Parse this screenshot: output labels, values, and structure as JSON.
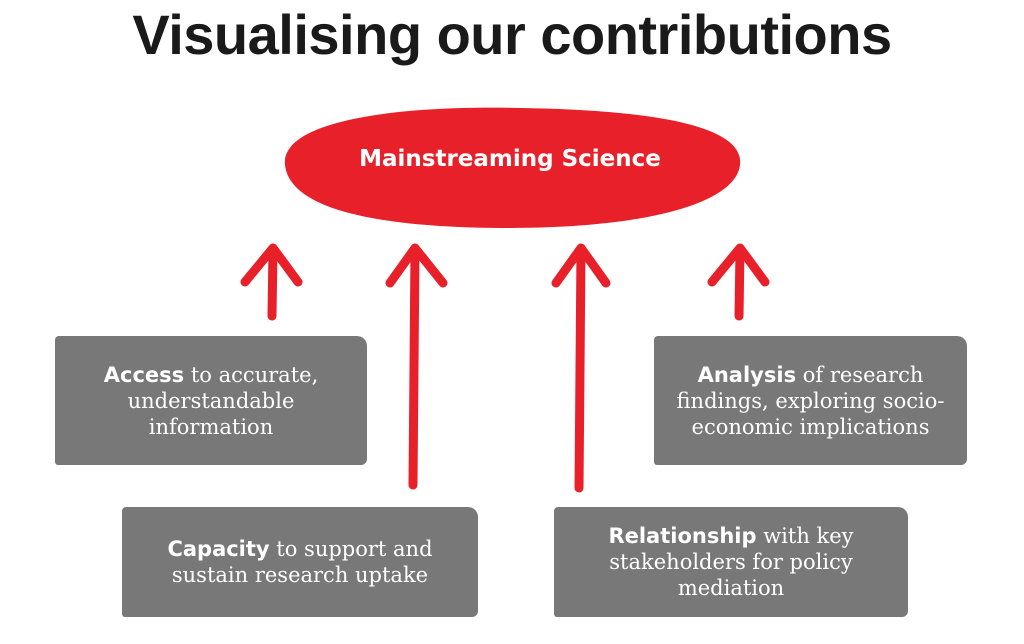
{
  "title": "Visualising our contributions",
  "central": {
    "label": "Mainstreaming Science"
  },
  "boxes": [
    {
      "bold": "Access",
      "rest": " to accurate, understandable information"
    },
    {
      "bold": "Capacity",
      "rest": " to support and sustain research uptake"
    },
    {
      "bold": "Analysis",
      "rest": " of research findings, exploring socio-economic implications"
    },
    {
      "bold": "Relationship",
      "rest": " with key stakeholders for policy mediation"
    }
  ],
  "colors": {
    "accent": "#e8202a",
    "box": "#787878",
    "title": "#1a1a1a"
  }
}
